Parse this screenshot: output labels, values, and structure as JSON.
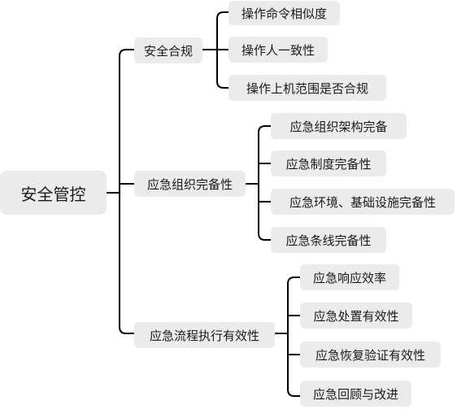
{
  "root": "安全管控",
  "branches": [
    {
      "label": "安全合规",
      "children": [
        "操作命令相似度",
        "操作人一致性",
        "操作上机范围是否合规"
      ]
    },
    {
      "label": "应急组织完备性",
      "children": [
        "应急组织架构完备",
        "应急制度完备性",
        "应急环境、基础设施完备性",
        "应急条线完备性"
      ]
    },
    {
      "label": "应急流程执行有效性",
      "children": [
        "应急响应效率",
        "应急处置有效性",
        "应急恢复验证有效性",
        "应急回顾与改进"
      ]
    }
  ]
}
